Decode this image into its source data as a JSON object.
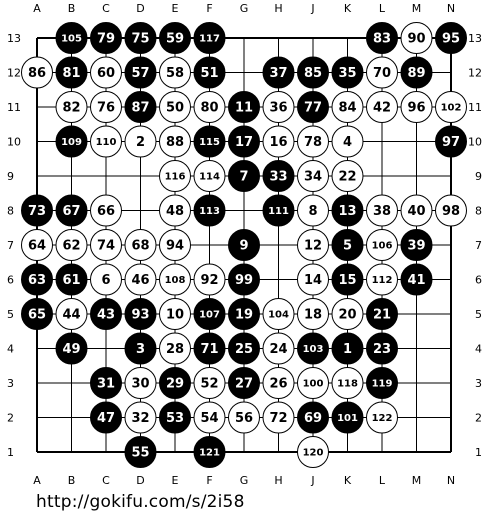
{
  "board": {
    "columns": [
      "A",
      "B",
      "C",
      "D",
      "E",
      "F",
      "G",
      "H",
      "J",
      "K",
      "L",
      "M",
      "N"
    ],
    "rows": [
      "13",
      "12",
      "11",
      "10",
      "9",
      "8",
      "7",
      "6",
      "5",
      "4",
      "3",
      "2",
      "1"
    ],
    "stones": [
      {
        "pt": "B13",
        "color": "black",
        "move": "105"
      },
      {
        "pt": "C13",
        "color": "black",
        "move": "79"
      },
      {
        "pt": "D13",
        "color": "black",
        "move": "75"
      },
      {
        "pt": "E13",
        "color": "black",
        "move": "59"
      },
      {
        "pt": "F13",
        "color": "black",
        "move": "117"
      },
      {
        "pt": "L13",
        "color": "black",
        "move": "83"
      },
      {
        "pt": "M13",
        "color": "white",
        "move": "90"
      },
      {
        "pt": "N13",
        "color": "black",
        "move": "95"
      },
      {
        "pt": "A12",
        "color": "white",
        "move": "86"
      },
      {
        "pt": "B12",
        "color": "black",
        "move": "81"
      },
      {
        "pt": "C12",
        "color": "white",
        "move": "60"
      },
      {
        "pt": "D12",
        "color": "black",
        "move": "57"
      },
      {
        "pt": "E12",
        "color": "white",
        "move": "58"
      },
      {
        "pt": "F12",
        "color": "black",
        "move": "51"
      },
      {
        "pt": "H12",
        "color": "black",
        "move": "37"
      },
      {
        "pt": "J12",
        "color": "black",
        "move": "85"
      },
      {
        "pt": "K12",
        "color": "black",
        "move": "35"
      },
      {
        "pt": "L12",
        "color": "white",
        "move": "70"
      },
      {
        "pt": "M12",
        "color": "black",
        "move": "89"
      },
      {
        "pt": "B11",
        "color": "white",
        "move": "82"
      },
      {
        "pt": "C11",
        "color": "white",
        "move": "76"
      },
      {
        "pt": "D11",
        "color": "black",
        "move": "87"
      },
      {
        "pt": "E11",
        "color": "white",
        "move": "50"
      },
      {
        "pt": "F11",
        "color": "white",
        "move": "80"
      },
      {
        "pt": "G11",
        "color": "black",
        "move": "11"
      },
      {
        "pt": "H11",
        "color": "white",
        "move": "36"
      },
      {
        "pt": "J11",
        "color": "black",
        "move": "77"
      },
      {
        "pt": "K11",
        "color": "white",
        "move": "84"
      },
      {
        "pt": "L11",
        "color": "white",
        "move": "42"
      },
      {
        "pt": "M11",
        "color": "white",
        "move": "96"
      },
      {
        "pt": "N11",
        "color": "white",
        "move": "102"
      },
      {
        "pt": "B10",
        "color": "black",
        "move": "109"
      },
      {
        "pt": "C10",
        "color": "white",
        "move": "110"
      },
      {
        "pt": "D10",
        "color": "white",
        "move": "2"
      },
      {
        "pt": "E10",
        "color": "white",
        "move": "88"
      },
      {
        "pt": "F10",
        "color": "black",
        "move": "115"
      },
      {
        "pt": "G10",
        "color": "black",
        "move": "17"
      },
      {
        "pt": "H10",
        "color": "white",
        "move": "16"
      },
      {
        "pt": "J10",
        "color": "white",
        "move": "78"
      },
      {
        "pt": "K10",
        "color": "white",
        "move": "4"
      },
      {
        "pt": "N10",
        "color": "black",
        "move": "97"
      },
      {
        "pt": "E9",
        "color": "white",
        "move": "116"
      },
      {
        "pt": "F9",
        "color": "white",
        "move": "114"
      },
      {
        "pt": "G9",
        "color": "black",
        "move": "7"
      },
      {
        "pt": "H9",
        "color": "black",
        "move": "33"
      },
      {
        "pt": "J9",
        "color": "white",
        "move": "34"
      },
      {
        "pt": "K9",
        "color": "white",
        "move": "22"
      },
      {
        "pt": "A8",
        "color": "black",
        "move": "73"
      },
      {
        "pt": "B8",
        "color": "black",
        "move": "67"
      },
      {
        "pt": "C8",
        "color": "white",
        "move": "66"
      },
      {
        "pt": "E8",
        "color": "white",
        "move": "48"
      },
      {
        "pt": "F8",
        "color": "black",
        "move": "113"
      },
      {
        "pt": "H8",
        "color": "black",
        "move": "111"
      },
      {
        "pt": "J8",
        "color": "white",
        "move": "8"
      },
      {
        "pt": "K8",
        "color": "black",
        "move": "13"
      },
      {
        "pt": "L8",
        "color": "white",
        "move": "38"
      },
      {
        "pt": "M8",
        "color": "white",
        "move": "40"
      },
      {
        "pt": "N8",
        "color": "white",
        "move": "98"
      },
      {
        "pt": "A7",
        "color": "white",
        "move": "64"
      },
      {
        "pt": "B7",
        "color": "white",
        "move": "62"
      },
      {
        "pt": "C7",
        "color": "white",
        "move": "74"
      },
      {
        "pt": "D7",
        "color": "white",
        "move": "68"
      },
      {
        "pt": "E7",
        "color": "white",
        "move": "94"
      },
      {
        "pt": "G7",
        "color": "black",
        "move": "9"
      },
      {
        "pt": "J7",
        "color": "white",
        "move": "12"
      },
      {
        "pt": "K7",
        "color": "black",
        "move": "5"
      },
      {
        "pt": "L7",
        "color": "white",
        "move": "106"
      },
      {
        "pt": "M7",
        "color": "black",
        "move": "39"
      },
      {
        "pt": "A6",
        "color": "black",
        "move": "63"
      },
      {
        "pt": "B6",
        "color": "black",
        "move": "61"
      },
      {
        "pt": "C6",
        "color": "white",
        "move": "6"
      },
      {
        "pt": "D6",
        "color": "white",
        "move": "46"
      },
      {
        "pt": "E6",
        "color": "white",
        "move": "108"
      },
      {
        "pt": "F6",
        "color": "white",
        "move": "92"
      },
      {
        "pt": "G6",
        "color": "black",
        "move": "99"
      },
      {
        "pt": "J6",
        "color": "white",
        "move": "14"
      },
      {
        "pt": "K6",
        "color": "black",
        "move": "15"
      },
      {
        "pt": "L6",
        "color": "white",
        "move": "112"
      },
      {
        "pt": "M6",
        "color": "black",
        "move": "41"
      },
      {
        "pt": "A5",
        "color": "black",
        "move": "65"
      },
      {
        "pt": "B5",
        "color": "white",
        "move": "44"
      },
      {
        "pt": "C5",
        "color": "black",
        "move": "43"
      },
      {
        "pt": "D5",
        "color": "black",
        "move": "93"
      },
      {
        "pt": "E5",
        "color": "white",
        "move": "10"
      },
      {
        "pt": "F5",
        "color": "black",
        "move": "107"
      },
      {
        "pt": "G5",
        "color": "black",
        "move": "19"
      },
      {
        "pt": "H5",
        "color": "white",
        "move": "104"
      },
      {
        "pt": "J5",
        "color": "white",
        "move": "18"
      },
      {
        "pt": "K5",
        "color": "white",
        "move": "20"
      },
      {
        "pt": "L5",
        "color": "black",
        "move": "21"
      },
      {
        "pt": "B4",
        "color": "black",
        "move": "49"
      },
      {
        "pt": "D4",
        "color": "black",
        "move": "3"
      },
      {
        "pt": "E4",
        "color": "white",
        "move": "28"
      },
      {
        "pt": "F4",
        "color": "black",
        "move": "71"
      },
      {
        "pt": "G4",
        "color": "black",
        "move": "25"
      },
      {
        "pt": "H4",
        "color": "white",
        "move": "24"
      },
      {
        "pt": "J4",
        "color": "black",
        "move": "103"
      },
      {
        "pt": "K4",
        "color": "black",
        "move": "1"
      },
      {
        "pt": "L4",
        "color": "black",
        "move": "23"
      },
      {
        "pt": "C3",
        "color": "black",
        "move": "31"
      },
      {
        "pt": "D3",
        "color": "white",
        "move": "30"
      },
      {
        "pt": "E3",
        "color": "black",
        "move": "29"
      },
      {
        "pt": "F3",
        "color": "white",
        "move": "52"
      },
      {
        "pt": "G3",
        "color": "black",
        "move": "27"
      },
      {
        "pt": "H3",
        "color": "white",
        "move": "26"
      },
      {
        "pt": "J3",
        "color": "white",
        "move": "100"
      },
      {
        "pt": "K3",
        "color": "white",
        "move": "118"
      },
      {
        "pt": "L3",
        "color": "black",
        "move": "119"
      },
      {
        "pt": "C2",
        "color": "black",
        "move": "47"
      },
      {
        "pt": "D2",
        "color": "white",
        "move": "32"
      },
      {
        "pt": "E2",
        "color": "black",
        "move": "53"
      },
      {
        "pt": "F2",
        "color": "white",
        "move": "54"
      },
      {
        "pt": "G2",
        "color": "white",
        "move": "56"
      },
      {
        "pt": "H2",
        "color": "white",
        "move": "72"
      },
      {
        "pt": "J2",
        "color": "black",
        "move": "69"
      },
      {
        "pt": "K2",
        "color": "black",
        "move": "101"
      },
      {
        "pt": "L2",
        "color": "white",
        "move": "122"
      },
      {
        "pt": "D1",
        "color": "black",
        "move": "55"
      },
      {
        "pt": "F1",
        "color": "black",
        "move": "121"
      },
      {
        "pt": "J1",
        "color": "white",
        "move": "120"
      }
    ]
  },
  "footer": {
    "url": "http://gokifu.com/s/2i58"
  }
}
